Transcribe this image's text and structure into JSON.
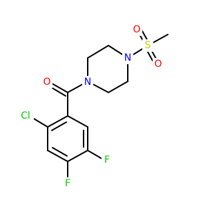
{
  "molecule": {
    "colors": {
      "bond": "#000000",
      "O": "#ff0000",
      "N": "#0000ff",
      "S": "#cccc00",
      "Cl": "#00cc00",
      "F": "#00cc00"
    },
    "atoms": {
      "o_carbonyl": "O",
      "n_amide": "N",
      "n_sulfonyl": "N",
      "s": "S",
      "o_s_top": "O",
      "o_s_bottom": "O",
      "cl": "Cl",
      "f_upper": "F",
      "f_lower": "F"
    }
  }
}
